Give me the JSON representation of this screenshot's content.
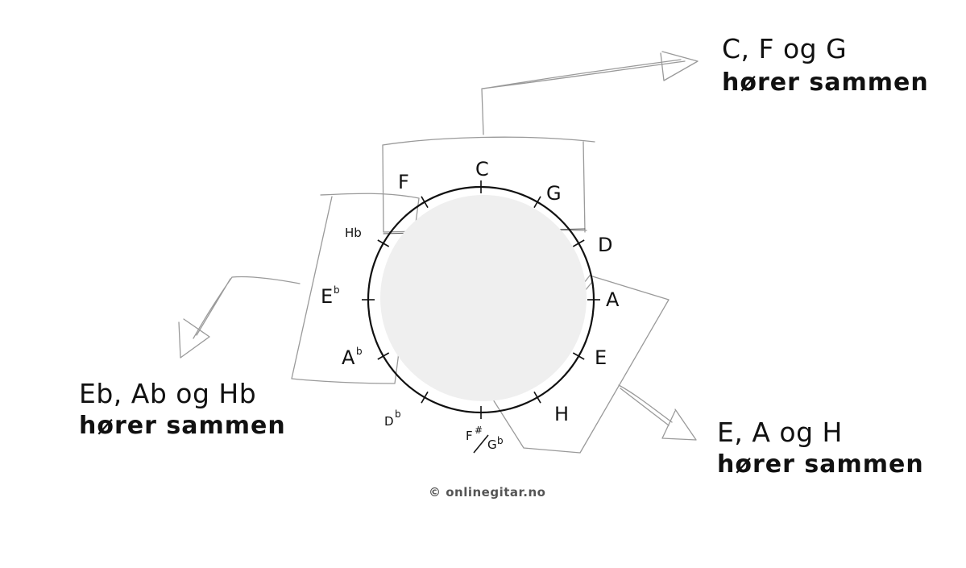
{
  "groups": {
    "top": {
      "line1": "C, F og G",
      "line2": "hører sammen"
    },
    "left": {
      "line1": "Eb, Ab og Hb",
      "line2": "hører sammen"
    },
    "right": {
      "line1": "E, A og H",
      "line2": "hører sammen"
    }
  },
  "circle": {
    "notes": {
      "c": "C",
      "g": "G",
      "d": "D",
      "a": "A",
      "e": "E",
      "h": "H",
      "fsharp": "F",
      "fsharp_sup": "#",
      "gb": "G",
      "gb_sup": "b",
      "db": "D",
      "db_sup": "b",
      "ab": "A",
      "ab_sup": "b",
      "eb": "E",
      "eb_sup": "b",
      "hb": "Hb",
      "f": "F"
    }
  },
  "credit": "© onlinegitar.no"
}
